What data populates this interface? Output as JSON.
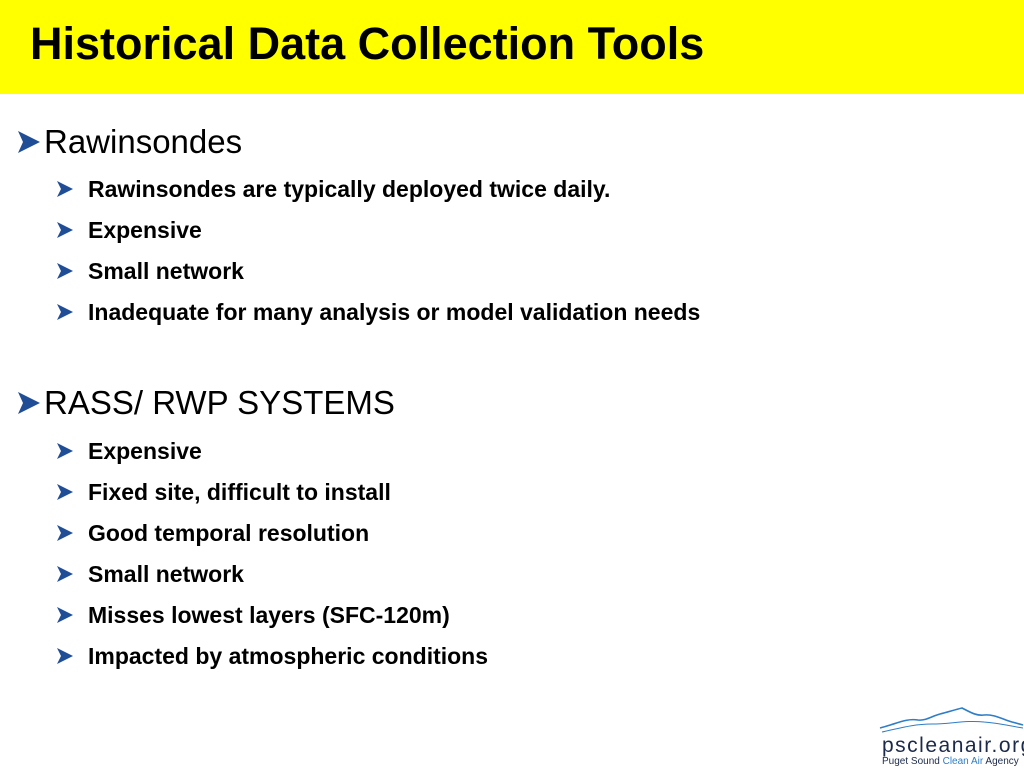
{
  "header": {
    "title": "Historical Data Collection Tools",
    "background": "#ffff00"
  },
  "bullet_icon": "arrow-bullet-icon",
  "sections": [
    {
      "heading": "Rawinsondes",
      "items": [
        "Rawinsondes are typically deployed twice daily.",
        "Expensive",
        "Small network",
        "Inadequate for many analysis or model validation needs"
      ]
    },
    {
      "heading": "RASS/ RWP SYSTEMS",
      "items": [
        "Expensive",
        "Fixed site, difficult to install",
        "Good temporal resolution",
        "Small network",
        "Misses lowest layers (SFC-120m)",
        "Impacted by atmospheric conditions"
      ]
    }
  ],
  "logo": {
    "domain": "pscleanair.org",
    "agency_prefix": "Puget Sound ",
    "agency_highlight": "Clean Air",
    "agency_suffix": " Agency",
    "icon": "mountain-logo-icon"
  },
  "colors": {
    "bullet": "#1f4e96",
    "logo_text": "#1b2a4a",
    "logo_accent": "#2e7dc8"
  }
}
